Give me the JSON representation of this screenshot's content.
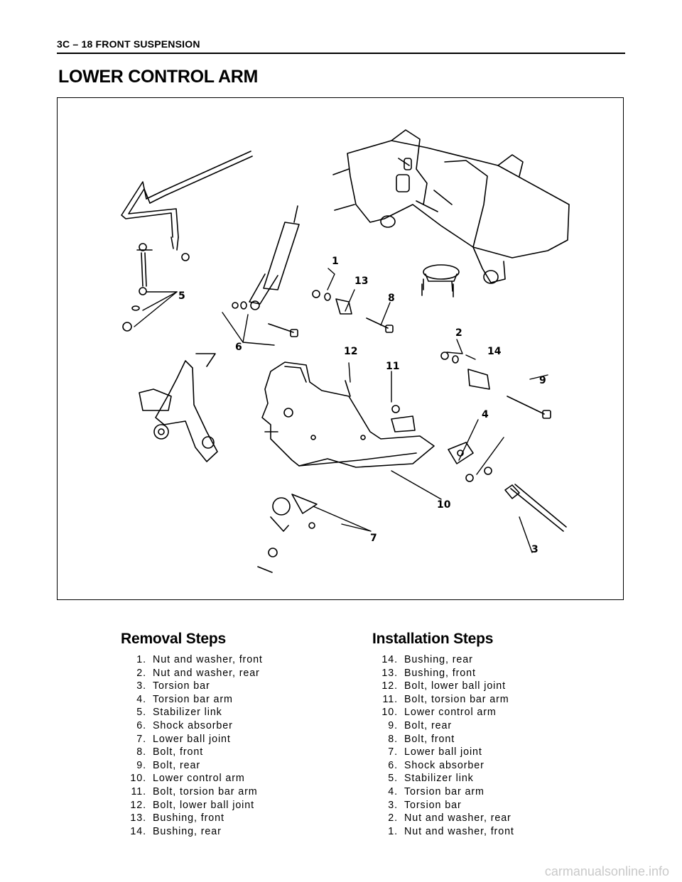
{
  "page": {
    "header": "3C – 18  FRONT SUSPENSION",
    "title": "LOWER CONTROL ARM",
    "watermark": "carmanualsonline.info"
  },
  "figure": {
    "callouts": [
      "1",
      "2",
      "3",
      "4",
      "5",
      "6",
      "7",
      "8",
      "9",
      "10",
      "11",
      "12",
      "13",
      "14"
    ]
  },
  "removal": {
    "heading": "Removal Steps",
    "steps": [
      {
        "num": "1.",
        "text": "Nut and washer, front"
      },
      {
        "num": "2.",
        "text": "Nut and washer, rear"
      },
      {
        "num": "3.",
        "text": "Torsion bar"
      },
      {
        "num": "4.",
        "text": "Torsion bar arm"
      },
      {
        "num": "5.",
        "text": "Stabilizer link"
      },
      {
        "num": "6.",
        "text": "Shock absorber"
      },
      {
        "num": "7.",
        "text": "Lower ball joint"
      },
      {
        "num": "8.",
        "text": "Bolt, front"
      },
      {
        "num": "9.",
        "text": "Bolt, rear"
      },
      {
        "num": "10.",
        "text": "Lower control arm"
      },
      {
        "num": "11.",
        "text": "Bolt, torsion bar arm"
      },
      {
        "num": "12.",
        "text": "Bolt, lower ball joint"
      },
      {
        "num": "13.",
        "text": "Bushing, front"
      },
      {
        "num": "14.",
        "text": "Bushing, rear"
      }
    ]
  },
  "installation": {
    "heading": "Installation Steps",
    "steps": [
      {
        "num": "14.",
        "text": "Bushing, rear"
      },
      {
        "num": "13.",
        "text": "Bushing, front"
      },
      {
        "num": "12.",
        "text": "Bolt, lower ball joint"
      },
      {
        "num": "11.",
        "text": "Bolt, torsion bar arm"
      },
      {
        "num": "10.",
        "text": "Lower control arm"
      },
      {
        "num": "9.",
        "text": "Bolt, rear"
      },
      {
        "num": "8.",
        "text": "Bolt, front"
      },
      {
        "num": "7.",
        "text": "Lower ball joint"
      },
      {
        "num": "6.",
        "text": "Shock absorber"
      },
      {
        "num": "5.",
        "text": "Stabilizer link"
      },
      {
        "num": "4.",
        "text": "Torsion bar arm"
      },
      {
        "num": "3.",
        "text": "Torsion bar"
      },
      {
        "num": "2.",
        "text": "Nut and washer, rear"
      },
      {
        "num": "1.",
        "text": "Nut and washer, front"
      }
    ]
  }
}
